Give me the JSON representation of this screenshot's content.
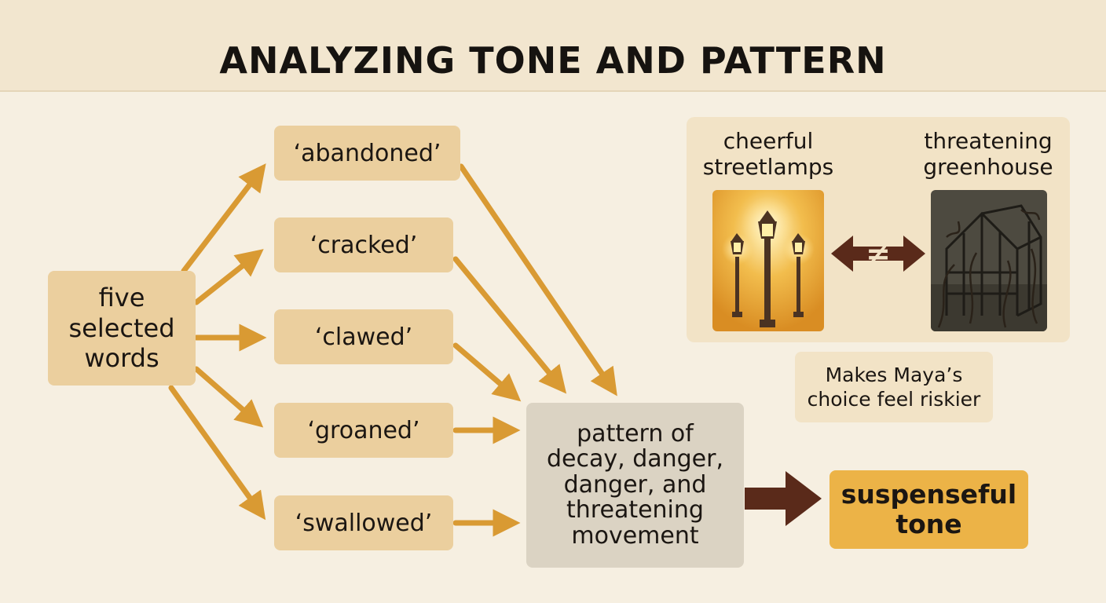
{
  "title": "ANALYZING TONE AND PATTERN",
  "source": {
    "lines": [
      "five",
      "selected",
      "words"
    ]
  },
  "words": [
    "‘abandoned’",
    "‘cracked’",
    "‘clawed’",
    "‘groaned’",
    "‘swallowed’"
  ],
  "pattern": {
    "lines": [
      "pattern of",
      "decay, danger,",
      "danger, and",
      "threatening",
      "movement"
    ]
  },
  "result": {
    "lines": [
      "suspenseful",
      "tone"
    ]
  },
  "comparison": {
    "left_label": [
      "cheerful",
      "streetlamps"
    ],
    "right_label": [
      "threatening",
      "greenhouse"
    ],
    "relation_symbol": "≠",
    "left_image": "streetlamps-image",
    "right_image": "greenhouse-image"
  },
  "note": {
    "lines": [
      "Makes Maya’s",
      "choice feel riskier"
    ]
  },
  "colors": {
    "background": "#f6efe1",
    "box_tan": "#ebcf9e",
    "arrow_orange": "#d99a33",
    "arrow_brown": "#5a2a1a",
    "pattern_box": "#dbd3c3",
    "result_box": "#ecb347"
  }
}
